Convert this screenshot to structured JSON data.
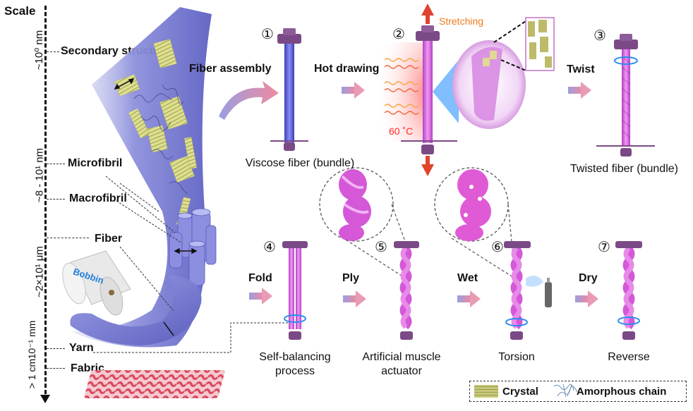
{
  "scale": {
    "title": "Scale",
    "ranges": [
      {
        "label": "~10⁰ nm"
      },
      {
        "label": "~8 - 10¹ nm"
      },
      {
        "label": "~2×10¹ μm"
      },
      {
        "label": "10⁻¹ mm"
      },
      {
        "label": "> 1 cm"
      }
    ]
  },
  "structures": [
    {
      "label": "Secondary structure"
    },
    {
      "label": "Microfibril"
    },
    {
      "label": "Macrofibril"
    },
    {
      "label": "Fiber"
    },
    {
      "label": "Yarn"
    },
    {
      "label": "Fabric"
    }
  ],
  "bobbin_label": "Bobbin",
  "steps": [
    {
      "number": "①",
      "action": "Fiber assembly",
      "caption": "Viscose fiber (bundle)"
    },
    {
      "number": "②",
      "action": "Hot drawing",
      "caption": "",
      "annotation": "Stretching",
      "temperature": "60 ˚C"
    },
    {
      "number": "③",
      "action": "Twist",
      "caption": "Twisted fiber (bundle)"
    },
    {
      "number": "④",
      "action": "Fold",
      "caption_line1": "Self-balancing",
      "caption_line2": "process"
    },
    {
      "number": "⑤",
      "action": "Ply",
      "caption_line1": "Artificial muscle",
      "caption_line2": "actuator"
    },
    {
      "number": "⑥",
      "action": "Wet",
      "caption": "Torsion"
    },
    {
      "number": "⑦",
      "action": "Dry",
      "caption": "Reverse"
    }
  ],
  "legend": {
    "crystal": "Crystal",
    "amorphous": "Amorphous chain"
  },
  "colors": {
    "fiber_blue": "#7b7fd6",
    "crystal_yellow": "#d8db8a",
    "muscle_magenta": "#d95ee0",
    "clamp_purple": "#8a4f8f",
    "heat_red": "#ff3b30",
    "stretch_orange": "#f07a1a",
    "twist_blue": "#2d8cf0"
  }
}
